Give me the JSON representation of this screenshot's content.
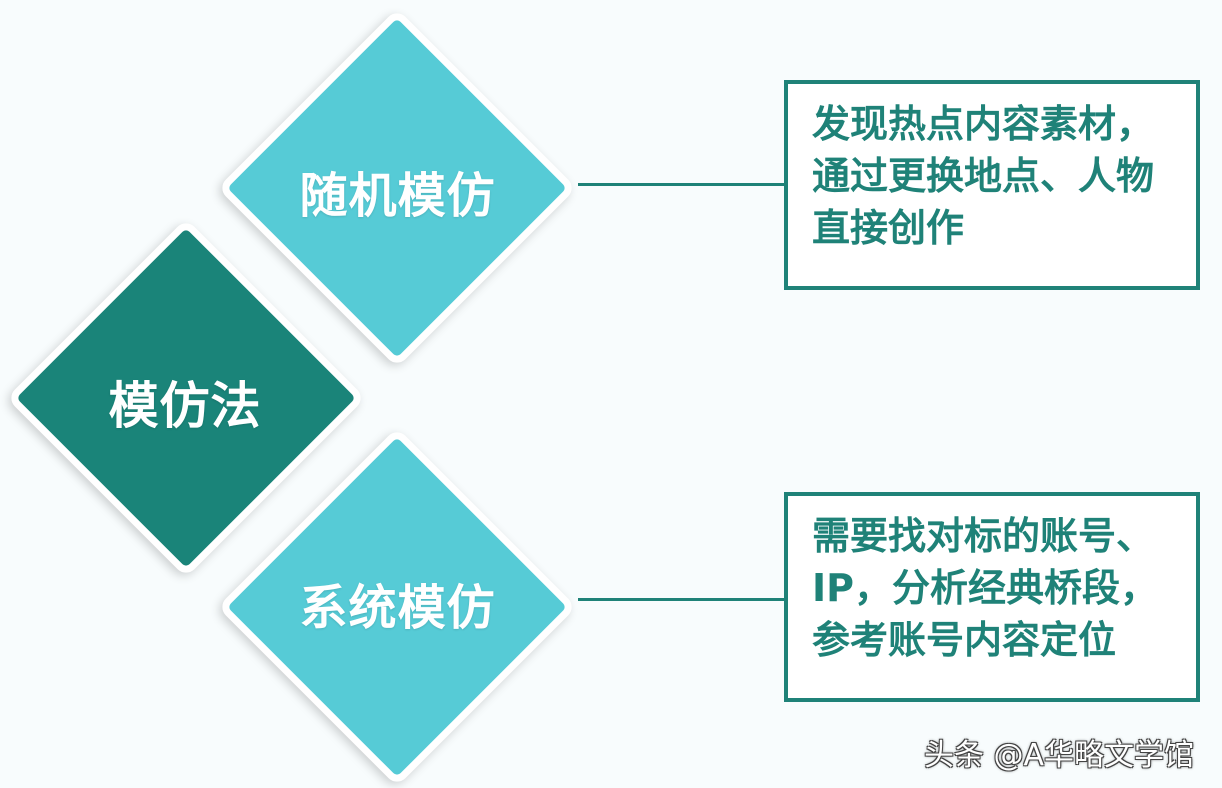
{
  "diagram": {
    "root": {
      "label": "模仿法"
    },
    "branches": [
      {
        "label": "随机模仿",
        "description_lines": [
          "发现热点内容素材，",
          "通过更换地点、人物",
          "直接创作"
        ]
      },
      {
        "label": "系统模仿",
        "description_lines": [
          "需要找对标的账号、",
          "IP，分析经典桥段，",
          "参考账号内容定位"
        ]
      }
    ],
    "colors": {
      "branch_fill": "#56cbd6",
      "root_fill": "#1a8479",
      "accent": "#1f8278",
      "background": "#f8fcfd"
    }
  },
  "watermark": {
    "text": "头条 @A华略文学馆"
  }
}
